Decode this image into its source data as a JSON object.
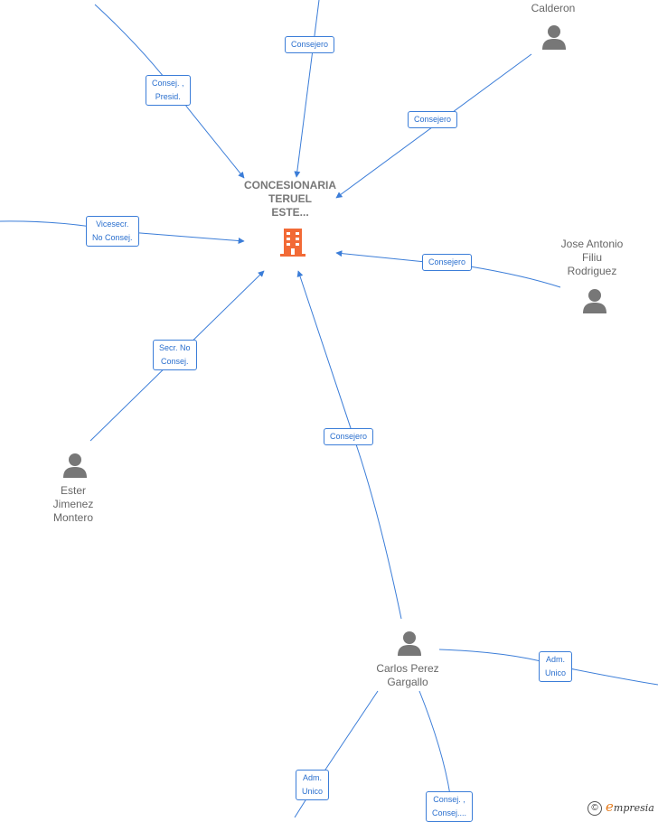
{
  "company": {
    "name_lines": [
      "CONCESIONARIA",
      "TERUEL",
      "ESTE..."
    ],
    "icon": "building-icon",
    "color": "#f26a36"
  },
  "people": [
    {
      "id": "calderon",
      "lines": [
        "Calderon"
      ]
    },
    {
      "id": "jose",
      "lines": [
        "Jose Antonio",
        "Filiu",
        "Rodriguez"
      ]
    },
    {
      "id": "ester",
      "lines": [
        "Ester",
        "Jimenez",
        "Montero"
      ]
    },
    {
      "id": "carlos",
      "lines": [
        "Carlos Perez",
        "Gargallo"
      ]
    }
  ],
  "edges": [
    {
      "id": "e1",
      "lines": [
        "Consejero"
      ]
    },
    {
      "id": "e2",
      "lines": [
        "Consej. ,",
        "Presid."
      ]
    },
    {
      "id": "e3",
      "lines": [
        "Consejero"
      ]
    },
    {
      "id": "e4",
      "lines": [
        "Vicesecr.",
        "No Consej."
      ]
    },
    {
      "id": "e5",
      "lines": [
        "Consejero"
      ]
    },
    {
      "id": "e6",
      "lines": [
        "Secr.  No",
        "Consej."
      ]
    },
    {
      "id": "e7",
      "lines": [
        "Consejero"
      ]
    },
    {
      "id": "e8",
      "lines": [
        "Adm.",
        "Unico"
      ]
    },
    {
      "id": "e9",
      "lines": [
        "Adm.",
        "Unico"
      ]
    },
    {
      "id": "e10",
      "lines": [
        "Consej. ,",
        "Consej...."
      ]
    }
  ],
  "colors": {
    "edge": "#3b7dd8",
    "person": "#777777",
    "label_text": "#2a6fce"
  },
  "brand": {
    "copyright": "©",
    "initial": "e",
    "rest": "mpresia"
  }
}
